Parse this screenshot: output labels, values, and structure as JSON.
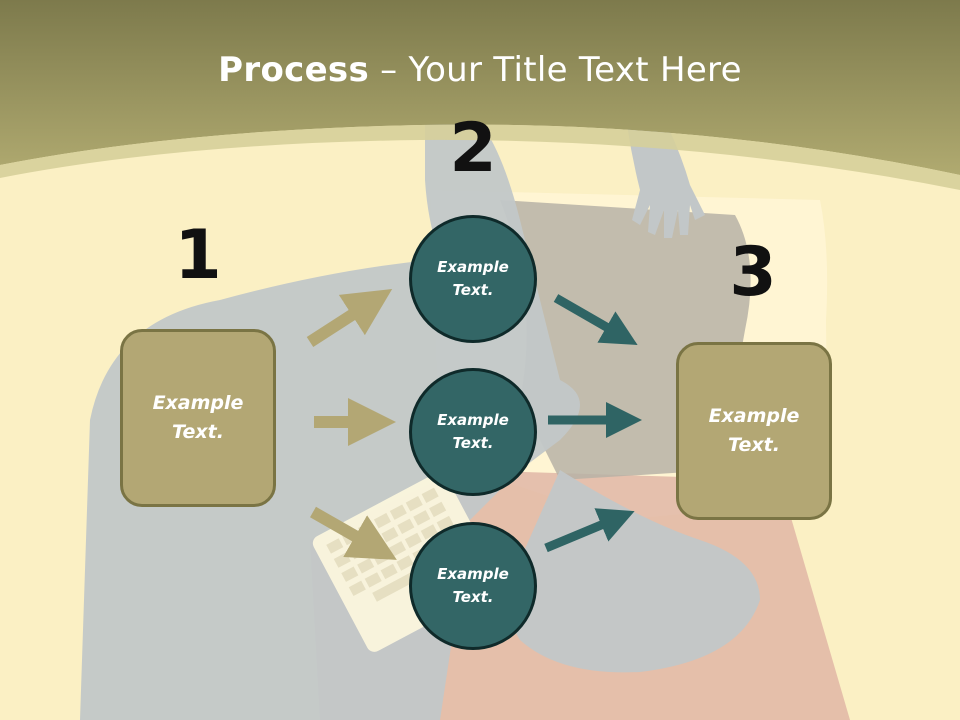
{
  "title": {
    "bold": "Process",
    "rest": " – Your Title Text Here"
  },
  "steps": {
    "one": "1",
    "two": "2",
    "three": "3"
  },
  "left_box": {
    "text": "Example Text."
  },
  "circles": [
    {
      "text": "Example Text."
    },
    {
      "text": "Example Text."
    },
    {
      "text": "Example Text."
    }
  ],
  "right_box": {
    "text": "Example Text."
  },
  "colors": {
    "background": "#fbf0c4",
    "header": "#a29c5e",
    "box_fill": "#b3a774",
    "circle_fill": "#336666",
    "arrow_in": "#b3a774",
    "arrow_out": "#2f6464"
  }
}
